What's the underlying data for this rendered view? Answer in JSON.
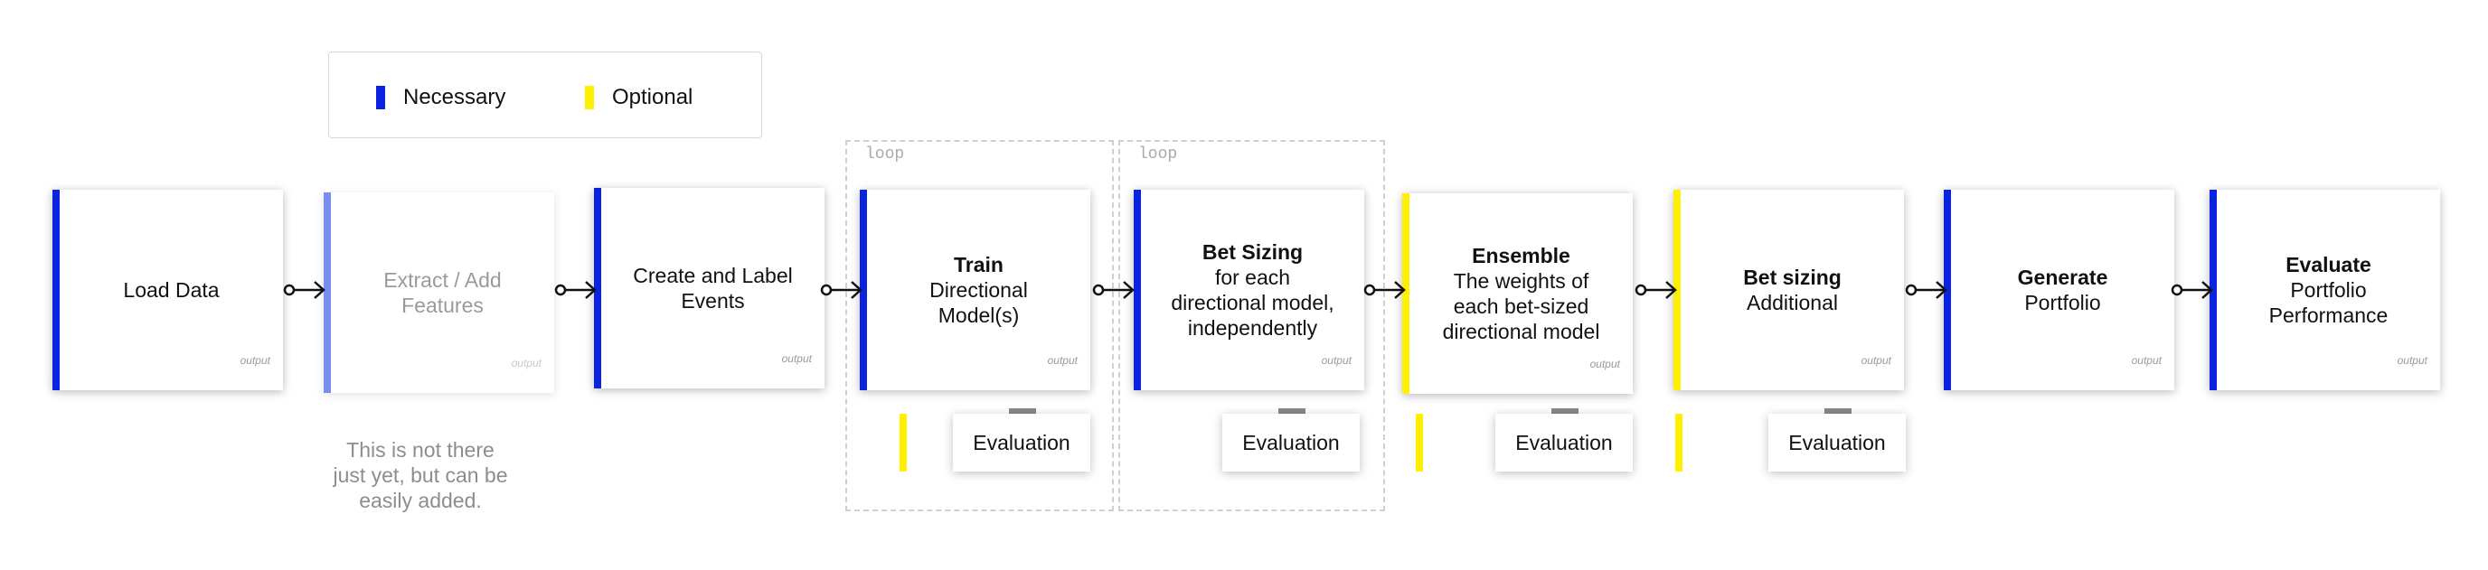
{
  "legend": {
    "necessary_label": "Necessary",
    "optional_label": "Optional",
    "necessary_color": "#0a23e0",
    "optional_color": "#fff000"
  },
  "loops": [
    {
      "label": "loop"
    },
    {
      "label": "loop"
    }
  ],
  "steps": [
    {
      "lines": [
        {
          "text": "Load Data",
          "bold": false
        }
      ],
      "output": "output",
      "kind": "necessary"
    },
    {
      "lines": [
        {
          "text": "Extract / Add",
          "bold": false
        },
        {
          "text": "Features",
          "bold": false
        }
      ],
      "output": "output",
      "kind": "future"
    },
    {
      "lines": [
        {
          "text": "Create and Label",
          "bold": false
        },
        {
          "text": "Events",
          "bold": false
        }
      ],
      "output": "output",
      "kind": "necessary"
    },
    {
      "lines": [
        {
          "text": "Train",
          "bold": true
        },
        {
          "text": "Directional",
          "bold": false
        },
        {
          "text": "Model(s)",
          "bold": false
        }
      ],
      "output": "output",
      "kind": "necessary"
    },
    {
      "lines": [
        {
          "text": "Bet Sizing",
          "bold": true
        },
        {
          "text": "for each",
          "bold": false
        },
        {
          "text": "directional model,",
          "bold": false
        },
        {
          "text": "independently",
          "bold": false
        }
      ],
      "output": "output",
      "kind": "necessary"
    },
    {
      "lines": [
        {
          "text": "Ensemble",
          "bold": true
        },
        {
          "text": "The weights of",
          "bold": false
        },
        {
          "text": "each bet-sized",
          "bold": false
        },
        {
          "text": "directional model",
          "bold": false
        }
      ],
      "output": "output",
      "kind": "optional"
    },
    {
      "lines": [
        {
          "text": "Bet sizing",
          "bold": true
        },
        {
          "text": "Additional",
          "bold": false
        }
      ],
      "output": "output",
      "kind": "optional"
    },
    {
      "lines": [
        {
          "text": "Generate",
          "bold": true
        },
        {
          "text": "Portfolio",
          "bold": false
        }
      ],
      "output": "output",
      "kind": "necessary"
    },
    {
      "lines": [
        {
          "text": "Evaluate",
          "bold": true
        },
        {
          "text": "Portfolio",
          "bold": false
        },
        {
          "text": "Performance",
          "bold": false
        }
      ],
      "output": "output",
      "kind": "necessary"
    }
  ],
  "evaluations": [
    {
      "label": "Evaluation"
    },
    {
      "label": "Evaluation"
    },
    {
      "label": "Evaluation"
    },
    {
      "label": "Evaluation"
    }
  ],
  "future_note": {
    "lines": [
      "This is not there",
      "just yet, but can be",
      "easily added."
    ]
  }
}
